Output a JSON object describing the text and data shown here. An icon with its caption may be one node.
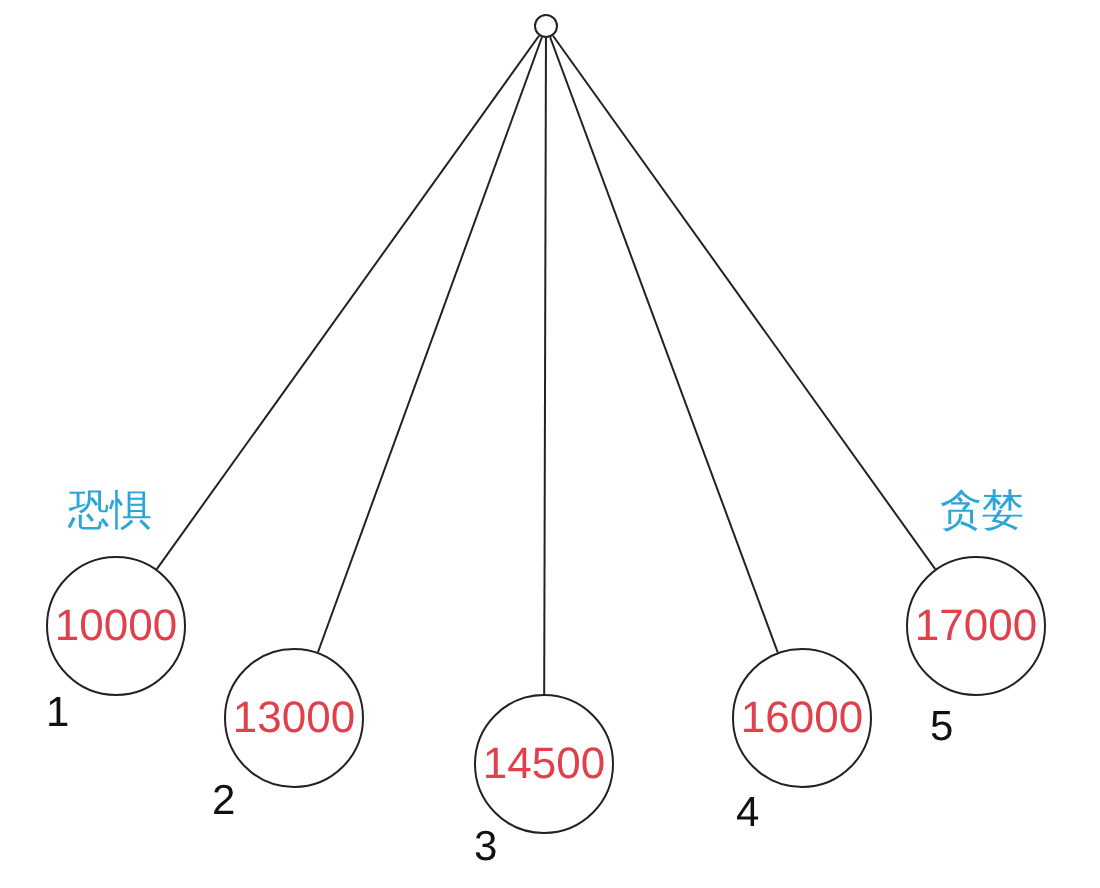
{
  "diagram": {
    "nodes": [
      {
        "text": [],
        "shape": "circle"
      },
      {
        "text": [
          "恐惧",
          "10000"
        ],
        "beside": [
          "1"
        ]
      },
      {
        "text": [
          "13000"
        ],
        "beside": [
          "2"
        ]
      },
      {
        "text": [
          "14500"
        ],
        "beside": [
          "3"
        ]
      },
      {
        "text": [
          "16000"
        ],
        "beside": [
          "4"
        ]
      },
      {
        "text": [
          "贪婪",
          "17000"
        ],
        "beside": [
          "5"
        ]
      }
    ],
    "edges": [
      {
        "from": 0,
        "to": 1,
        "arrow": "none"
      },
      {
        "from": 0,
        "to": 2,
        "arrow": "none"
      },
      {
        "from": 0,
        "to": 3,
        "arrow": "none"
      },
      {
        "from": 0,
        "to": 4,
        "arrow": "none"
      },
      {
        "from": 0,
        "to": 5,
        "arrow": "none"
      }
    ]
  }
}
